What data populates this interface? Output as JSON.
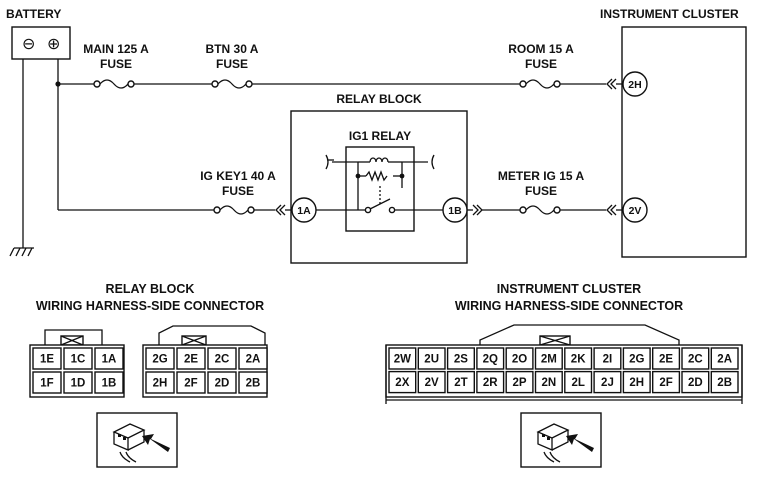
{
  "labels": {
    "battery": "BATTERY",
    "instrument_cluster": "INSTRUMENT CLUSTER",
    "relay_block": "RELAY BLOCK",
    "ig1_relay": "IG1 RELAY"
  },
  "fuses": {
    "main": [
      "MAIN 125 A",
      "FUSE"
    ],
    "btn": [
      "BTN 30 A",
      "FUSE"
    ],
    "room": [
      "ROOM 15 A",
      "FUSE"
    ],
    "igkey1": [
      "IG KEY1 40 A",
      "FUSE"
    ],
    "meter": [
      "METER IG 15 A",
      "FUSE"
    ]
  },
  "terminals": {
    "t2h": "2H",
    "t2v": "2V",
    "t1a": "1A",
    "t1b": "1B"
  },
  "battery_symbols": {
    "minus": "⊖",
    "plus": "⊕"
  },
  "connector_titles": {
    "relay_block": [
      "RELAY BLOCK",
      "WIRING HARNESS-SIDE CONNECTOR"
    ],
    "instrument_cluster": [
      "INSTRUMENT CLUSTER",
      "WIRING HARNESS-SIDE CONNECTOR"
    ]
  },
  "relay_connector_left": {
    "top": [
      "1E",
      "1C",
      "1A"
    ],
    "bottom": [
      "1F",
      "1D",
      "1B"
    ]
  },
  "relay_connector_right": {
    "top": [
      "2G",
      "2E",
      "2C",
      "2A"
    ],
    "bottom": [
      "2H",
      "2F",
      "2D",
      "2B"
    ]
  },
  "cluster_connector": {
    "top": [
      "2W",
      "2U",
      "2S",
      "2Q",
      "2O",
      "2M",
      "2K",
      "2I",
      "2G",
      "2E",
      "2C",
      "2A"
    ],
    "bottom": [
      "2X",
      "2V",
      "2T",
      "2R",
      "2P",
      "2N",
      "2L",
      "2J",
      "2H",
      "2F",
      "2D",
      "2B"
    ]
  }
}
